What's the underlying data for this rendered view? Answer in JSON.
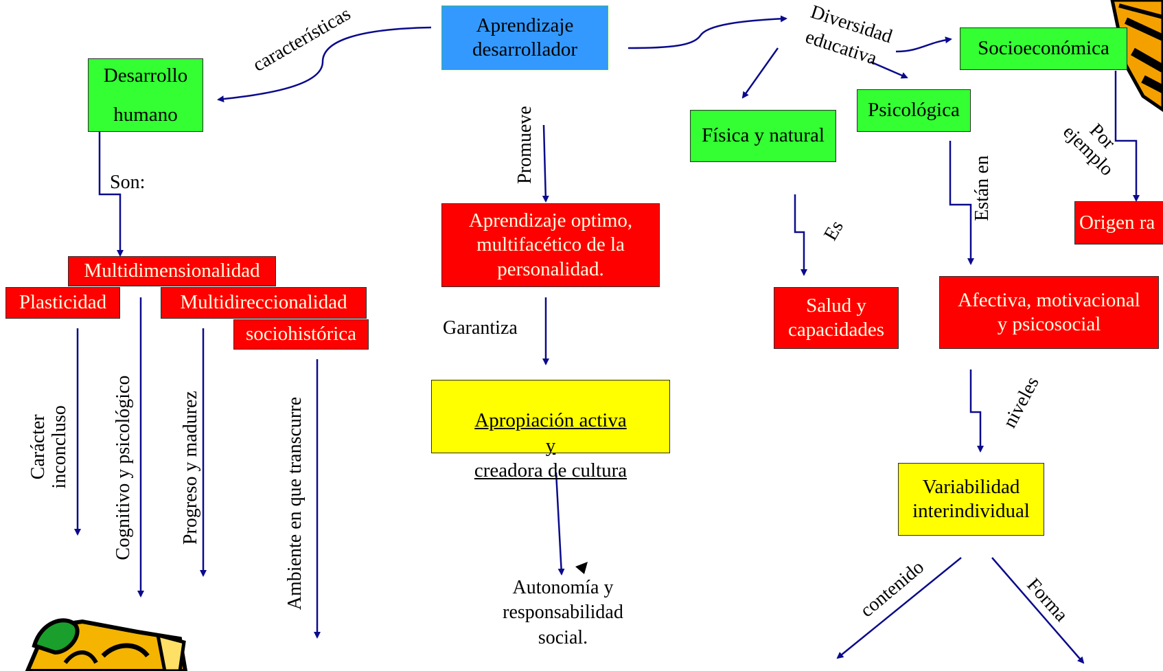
{
  "nodes": {
    "aprendizaje": "Aprendizaje\ndesarrollador",
    "desarrollo": "Desarrollo\nhumano",
    "multidimensionalidad": "Multidimensionalidad",
    "plasticidad": "Plasticidad",
    "multidireccionalidad": "Multidireccionalidad",
    "sociohistorica": "sociohistórica",
    "aprendizaje_optimo": "Aprendizaje optimo,\nmultifacético de la\npersonalidad.",
    "apropiacion": "Apropiación activa\ny\ncreadora de cultura",
    "autonomia": "Autonomía y\nresponsabilidad\nsocial.",
    "fisica": "Física y natural",
    "psicologica": "Psicológica",
    "socioeconomica": "Socioeconómica",
    "origen": "Origen ra",
    "salud": "Salud y\ncapacidades",
    "afectiva": "Afectiva, motivacional\ny psicosocial",
    "variabilidad": "Variabilidad\ninterindividual",
    "diversidad_1": "Diversidad",
    "diversidad_2": "educativa"
  },
  "edges": {
    "caracteristicas": "características",
    "son": "Son:",
    "promueve": "Promueve",
    "garantiza": "Garantiza",
    "es": "Es",
    "estan_en": "Están en",
    "por_ejemplo": "Por\nejemplo",
    "niveles": "niveles",
    "contenido": "contenido",
    "forma": "Forma",
    "caracter": "Carácter\ninconcluso",
    "cognitivo": "Cognitivo y psicológico",
    "progreso": "Progreso y madurez",
    "ambiente": "Ambiente en que transcurre"
  },
  "colors": {
    "arrow": "#0a0a8c",
    "green": "#33ff33",
    "blue": "#3399ff",
    "red": "#ff0000",
    "yellow": "#ffff00"
  }
}
